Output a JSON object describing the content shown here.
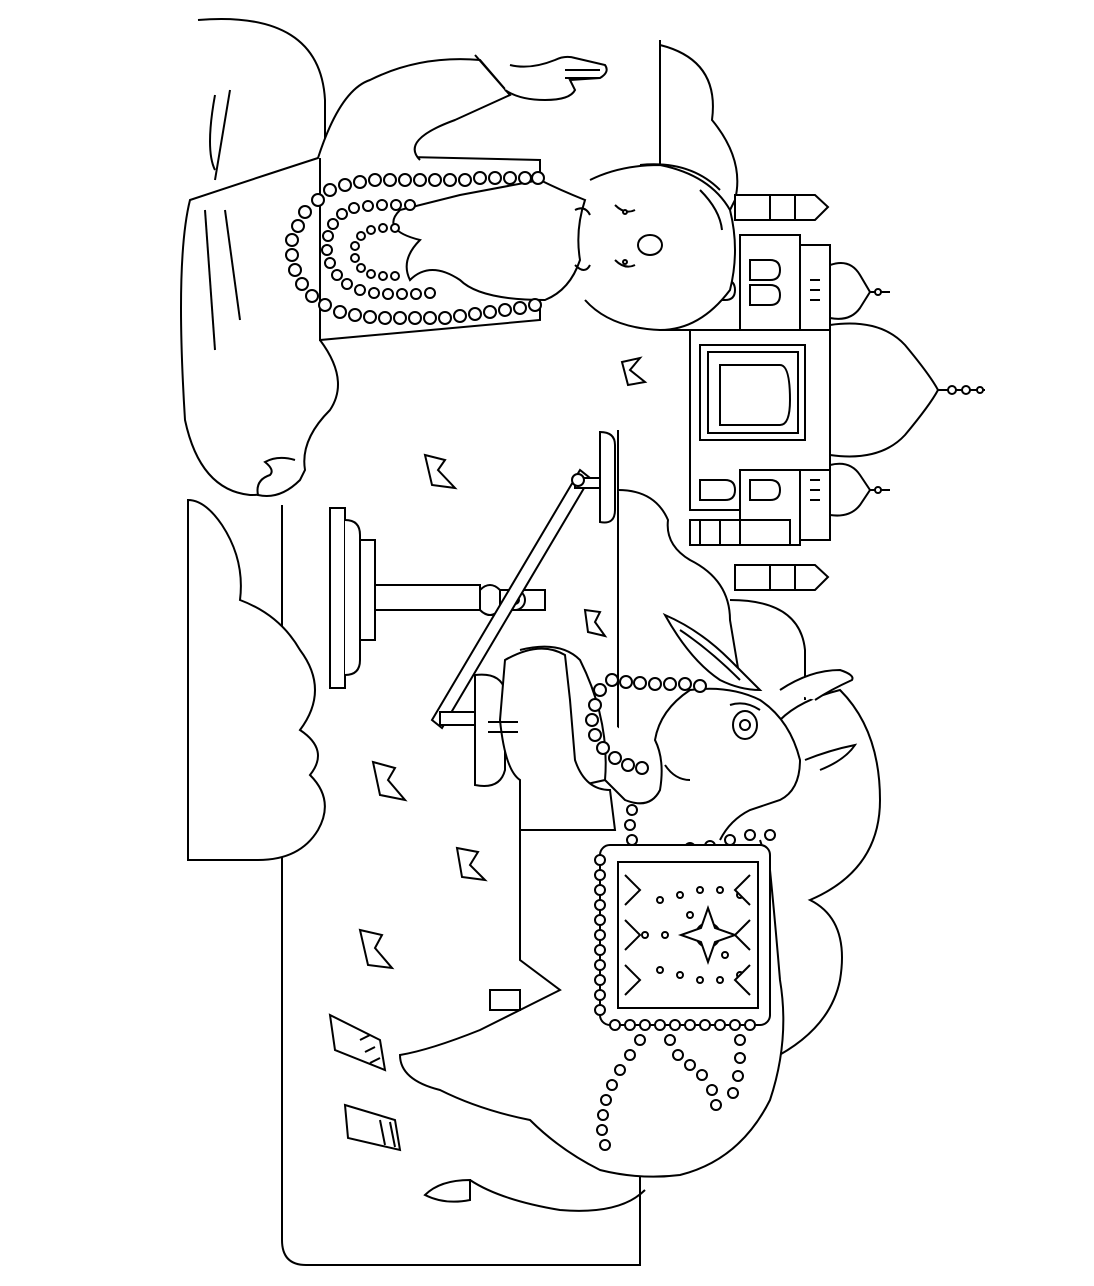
{
  "illustration": {
    "kind": "coloring-page",
    "orientation": "rotated-90-clockwise",
    "subjects": [
      "seated-sage",
      "decorated-cow",
      "domed-palace",
      "balance-scale",
      "clouds",
      "falling-leaves"
    ]
  },
  "colors": {
    "line": "#000000",
    "fill": "#ffffff"
  }
}
